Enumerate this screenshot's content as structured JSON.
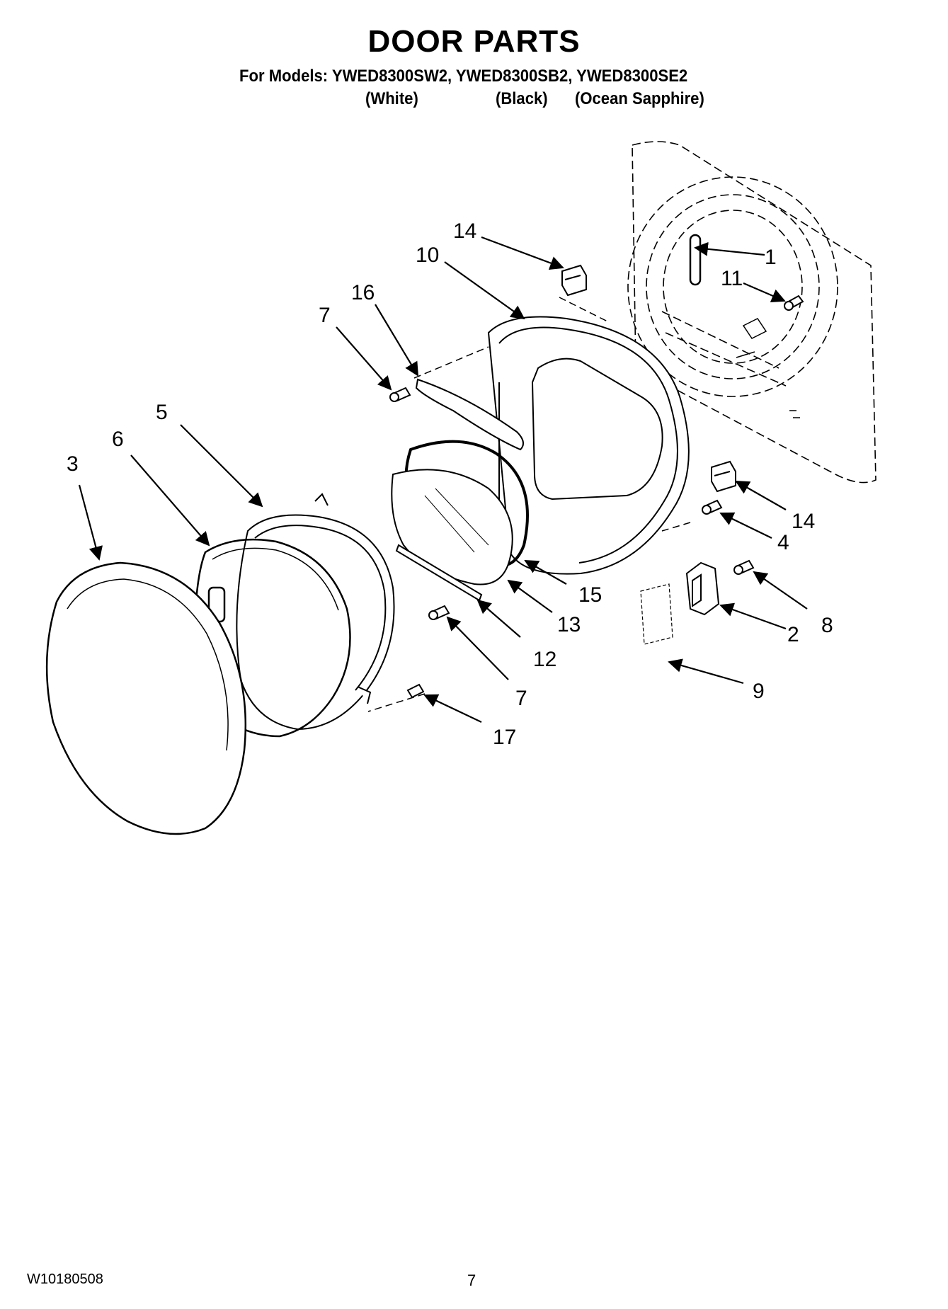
{
  "header": {
    "title": "DOOR PARTS",
    "models": "For Models: YWED8300SW2, YWED8300SB2, YWED8300SE2",
    "colors": [
      "(White)",
      "(Black)",
      "(Ocean Sapphire)"
    ]
  },
  "callouts": {
    "c1": "1",
    "c2": "2",
    "c3": "3",
    "c4": "4",
    "c5": "5",
    "c6": "6",
    "c7a": "7",
    "c7b": "7",
    "c8": "8",
    "c9": "9",
    "c10": "10",
    "c11": "11",
    "c12": "12",
    "c13": "13",
    "c14a": "14",
    "c14b": "14",
    "c15": "15",
    "c16": "16",
    "c17": "17"
  },
  "footer": {
    "doc_number": "W10180508",
    "page_number": "7"
  }
}
